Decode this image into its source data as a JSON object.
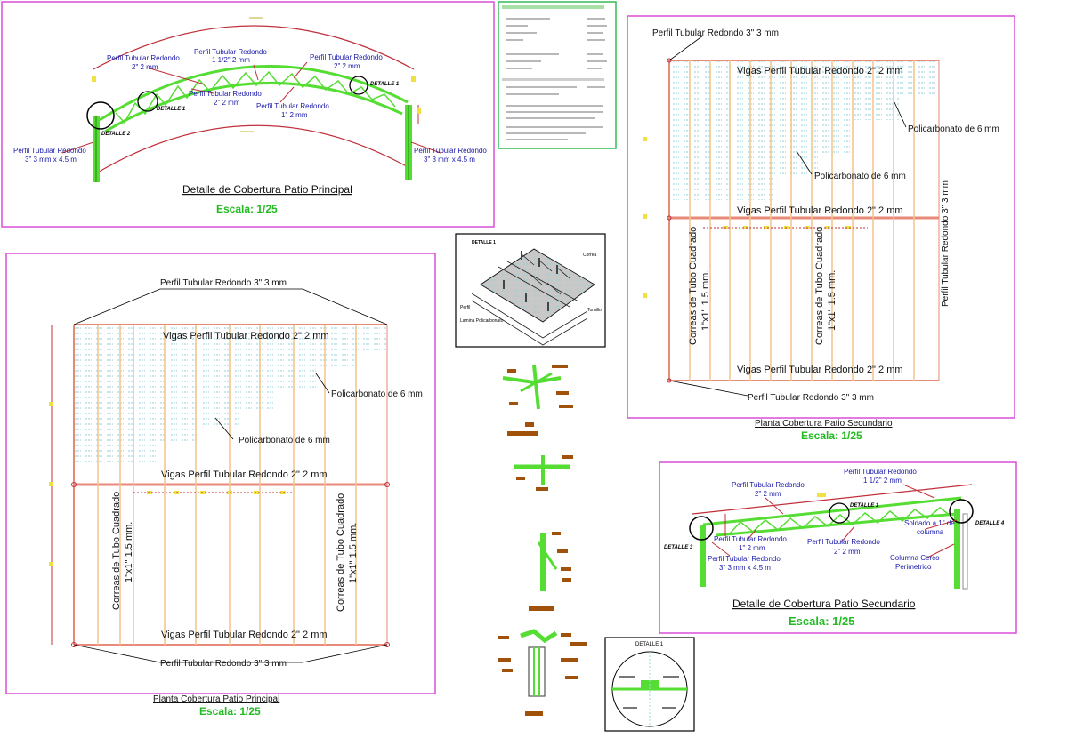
{
  "colors": {
    "frame": "#d84fd8",
    "steel": "#55dd33",
    "steel_dark": "#1f8a10",
    "poly": "#8fcfd8",
    "purlin": "#f2c48a",
    "beam": "#e88a7a",
    "label_blue": "#1a1aaa",
    "scale_green": "#22bb22",
    "marker_yellow": "#f0e040",
    "tag_brown": "#a0520a",
    "sheet_green": "#33bb55"
  },
  "detail_principal": {
    "title": "Detalle de Cobertura Patio Principal",
    "scale": "Escala:  1/25",
    "labels": {
      "perfil_2mm_left": "Perfil Tubular Redondo",
      "perfil_2mm_left_dim": "2\" 2 mm",
      "perfil_1_5": "Perfil Tubular Redondo",
      "perfil_1_5_dim": "1 1/2\" 2 mm",
      "perfil_2mm_right": "Perfil Tubular Redondo",
      "perfil_2mm_right_dim": "2\" 2 mm",
      "perfil_2mm_mid": "Perfil Tubular Redondo",
      "perfil_2mm_mid_dim": "2\" 2 mm",
      "perfil_1mm": "Perfil Tubular Redondo",
      "perfil_1mm_dim": "1\" 2 mm",
      "col_left": "Perfil Tubular Redondo",
      "col_left_dim": "3\" 3 mm x 4.5 m",
      "col_right": "Perfil Tubular Redondo",
      "col_right_dim": "3\" 3 mm x 4.5 m",
      "detalle1": "DETALLE 1",
      "detalle1b": "DETALLE 1",
      "detalle2": "DETALLE 2"
    }
  },
  "plan_principal": {
    "title": "Planta Cobertura Patio Principal",
    "scale": "Escala:  1/25",
    "top_label": "Perfil Tubular Redondo 3\" 3 mm",
    "bottom_label": "Perfil Tubular Redondo 3\" 3 mm",
    "vigas_top": "Vigas Perfil Tubular Redondo 2\" 2 mm",
    "vigas_mid": "Vigas Perfil Tubular Redondo 2\" 2 mm",
    "vigas_bottom": "Vigas Perfil Tubular Redondo 2\" 2 mm",
    "poly_1": "Policarbonato de 6 mm",
    "poly_2": "Policarbonato de 6 mm",
    "correas_left": "Correas de Tubo Cuadrado",
    "correas_left_dim": "1\"x1\" 1.5 mm.",
    "correas_right": "Correas de Tubo Cuadrado",
    "correas_right_dim": "1\"x1\" 1.5 mm."
  },
  "plan_secundario": {
    "title": "Planta Cobertura Patio Secundario",
    "scale": "Escala:  1/25",
    "top_label": "Perfil Tubular Redondo 3\" 3 mm",
    "bottom_label": "Perfil Tubular Redondo 3\" 3 mm",
    "right_label": "Perfil Tubular Redondo 3\" 3 mm",
    "vigas_top": "Vigas Perfil Tubular Redondo 2\" 2 mm",
    "vigas_mid": "Vigas Perfil Tubular Redondo 2\" 2 mm",
    "vigas_bottom": "Vigas Perfil Tubular Redondo 2\" 2 mm",
    "poly_1": "Policarbonato de 6 mm",
    "poly_2": "Policarbonato de 6 mm",
    "correas_left": "Correas de Tubo Cuadrado",
    "correas_left_dim": "1\"x1\" 1.5 mm.",
    "correas_right": "Correas de Tubo Cuadrado",
    "correas_right_dim": "1\"x1\" 1.5 mm."
  },
  "detail_secundario": {
    "title": "Detalle de Cobertura Patio Secundario",
    "scale": "Escala:  1/25",
    "labels": {
      "top_right": "Perfil Tubular Redondo",
      "top_right_dim": "1 1/2\" 2 mm",
      "top_left": "Perfil Tubular Redondo",
      "top_left_dim": "2\" 2 mm",
      "mid_left": "Perfil Tubular Redondo",
      "mid_left_dim": "1\" 2 mm",
      "mid_right": "Perfil Tubular Redondo",
      "mid_right_dim": "2\" 2 mm",
      "col": "Perfil Tubular Redondo",
      "col_dim": "3\" 3 mm x 4.5 m",
      "soldado": "Soldado a 1\" de",
      "soldado2": "columna",
      "cerco": "Columna Cerco",
      "cerco2": "Perimetrico",
      "detalle3": "DETALLE 3",
      "detalle4": "DETALLE 4",
      "detalle1": "DETALLE 1"
    }
  },
  "iso_detail": {
    "caption": "DETALLE 1",
    "label_correa": "Correa",
    "label_perfil": "Perfil",
    "label_lamina": "Lamina Policarbonato",
    "label_tornillo": "Tornillo"
  },
  "circle_detail": {
    "title": "DETALLE 1"
  }
}
